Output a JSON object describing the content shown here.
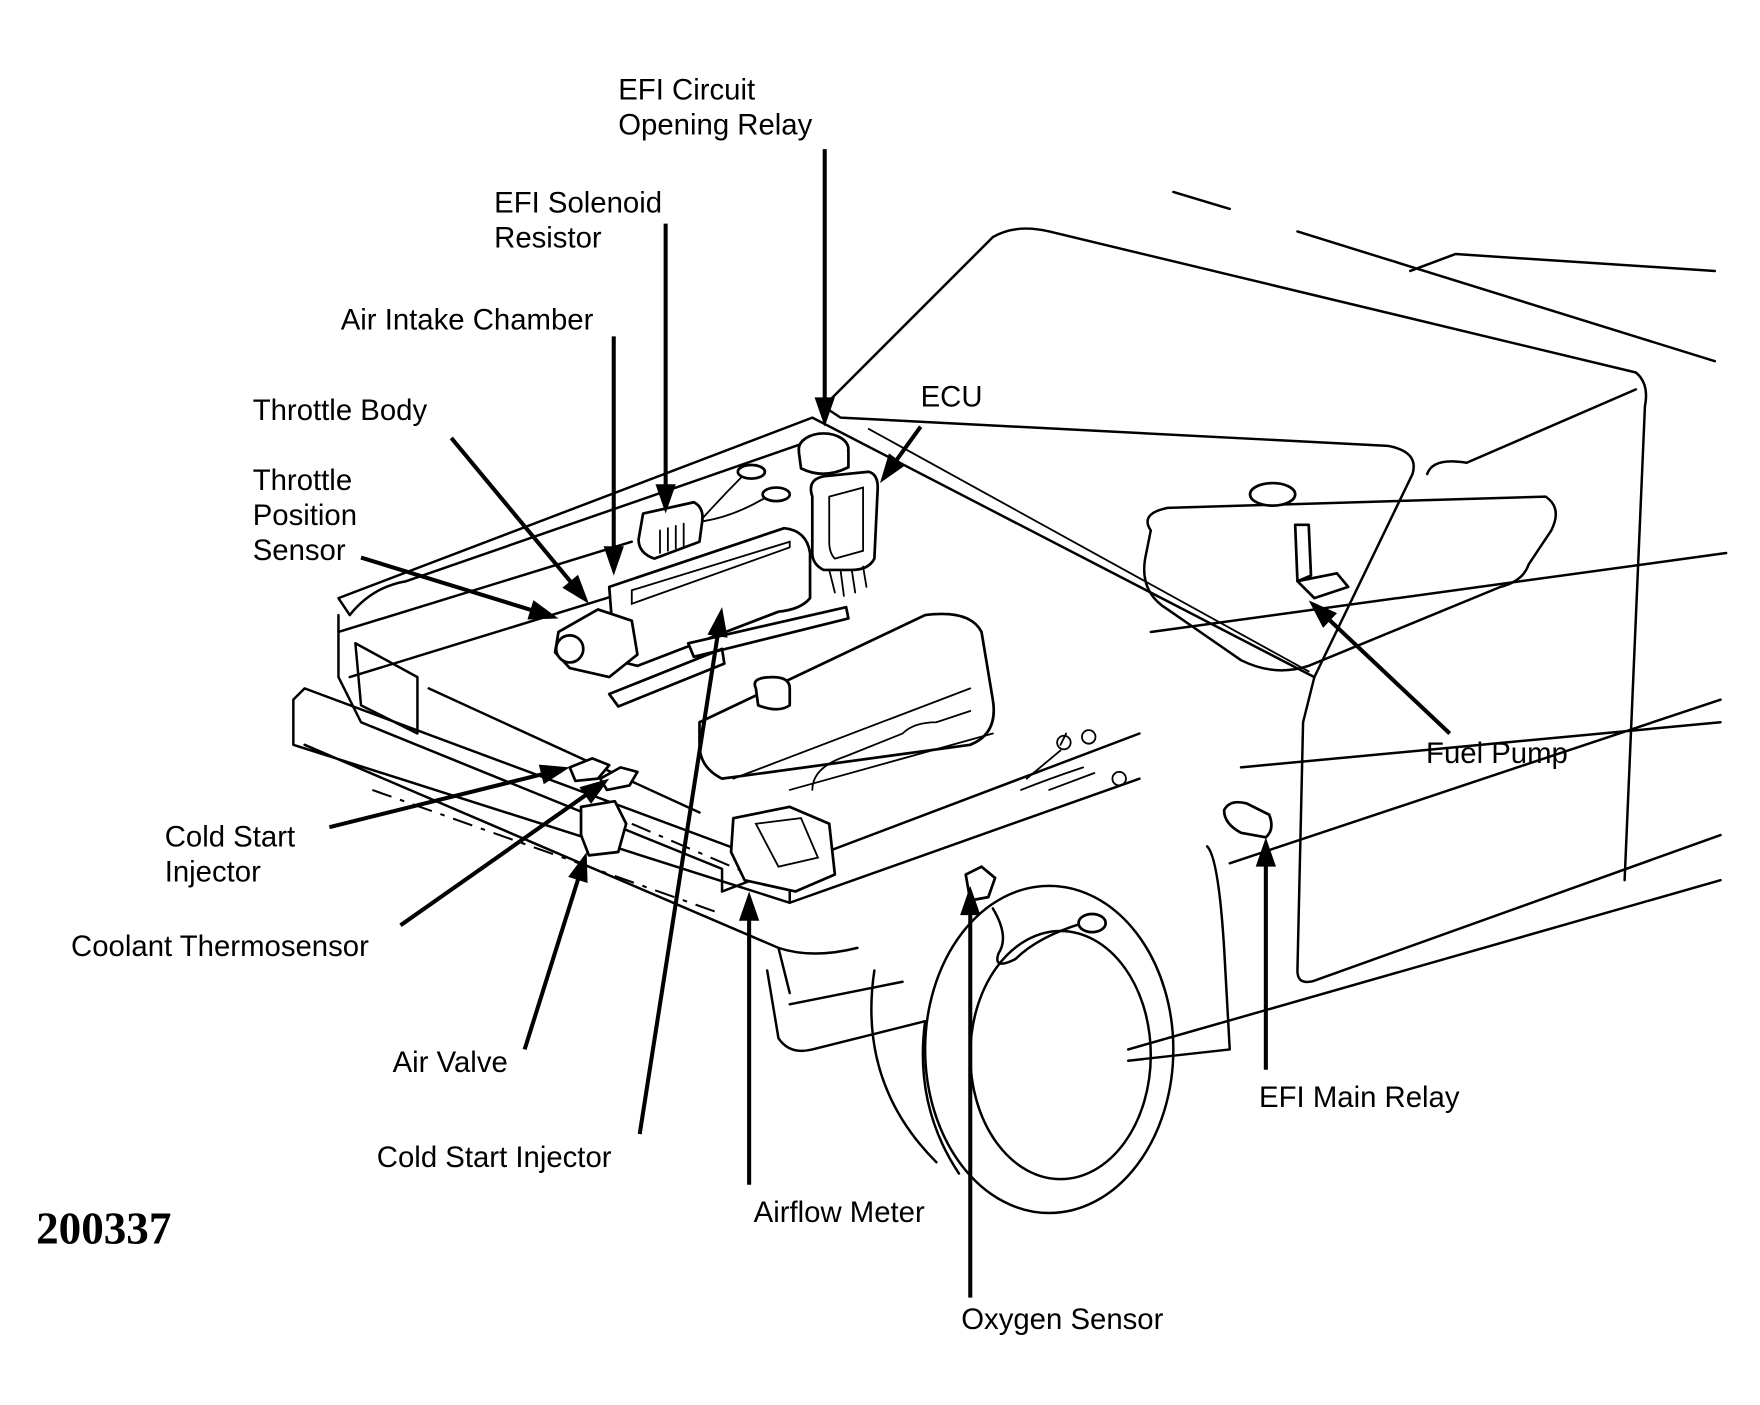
{
  "figure": {
    "number": "200337",
    "subject": "EFI system component locations (pickup truck)",
    "ink_color": "#000000",
    "background_color": "#ffffff"
  },
  "labels": [
    {
      "id": "efi-circuit-opening-relay",
      "lines": [
        "EFI Circuit",
        "Opening Relay"
      ]
    },
    {
      "id": "efi-solenoid-resistor",
      "lines": [
        "EFI Solenoid",
        "Resistor"
      ]
    },
    {
      "id": "air-intake-chamber",
      "lines": [
        "Air Intake Chamber"
      ]
    },
    {
      "id": "throttle-body",
      "lines": [
        "Throttle Body"
      ]
    },
    {
      "id": "throttle-position-sensor",
      "lines": [
        "Throttle",
        "Position",
        "Sensor"
      ]
    },
    {
      "id": "ecu",
      "lines": [
        "ECU"
      ]
    },
    {
      "id": "fuel-pump",
      "lines": [
        "Fuel Pump"
      ]
    },
    {
      "id": "cold-start-injector-left",
      "lines": [
        "Cold Start",
        "Injector"
      ]
    },
    {
      "id": "coolant-thermosensor",
      "lines": [
        "Coolant Thermosensor"
      ]
    },
    {
      "id": "air-valve",
      "lines": [
        "Air Valve"
      ]
    },
    {
      "id": "cold-start-injector-bottom",
      "lines": [
        "Cold Start Injector"
      ]
    },
    {
      "id": "airflow-meter",
      "lines": [
        "Airflow Meter"
      ]
    },
    {
      "id": "oxygen-sensor",
      "lines": [
        "Oxygen Sensor"
      ]
    },
    {
      "id": "efi-main-relay",
      "lines": [
        "EFI Main Relay"
      ]
    }
  ]
}
